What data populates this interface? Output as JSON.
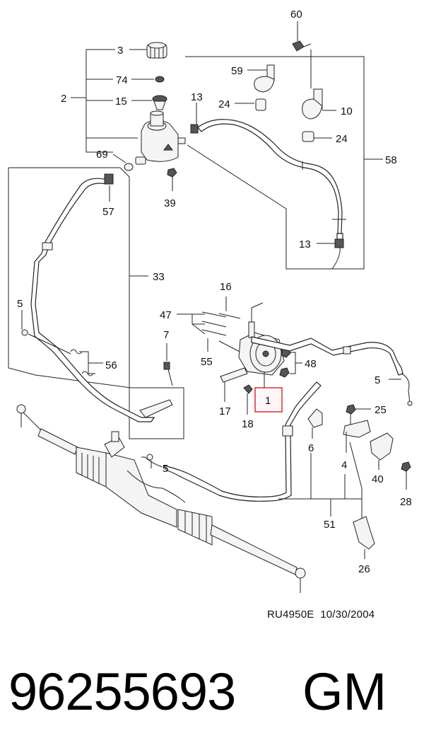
{
  "diagram": {
    "highlight_color": "#e03a3a",
    "line_color": "#222222",
    "callouts": {
      "c60": "60",
      "c3": "3",
      "c74": "74",
      "c2": "2",
      "c15": "15",
      "c59": "59",
      "c13a": "13",
      "c24a": "24",
      "c10": "10",
      "c24b": "24",
      "c58": "58",
      "c69": "69",
      "c39": "39",
      "c57": "57",
      "c13b": "13",
      "c33": "33",
      "c16": "16",
      "c47": "47",
      "c7": "7",
      "c5a": "5",
      "c56": "56",
      "c55": "55",
      "c48": "48",
      "c17": "17",
      "c1": "1",
      "c18": "18",
      "c5b": "5",
      "c25": "25",
      "c6": "6",
      "c4": "4",
      "c40": "40",
      "c28": "28",
      "c5c": "5",
      "c51": "51",
      "c26": "26"
    }
  },
  "footer": {
    "ref_code": "RU4950E",
    "date": "10/30/2004",
    "part_number": "96255693",
    "brand": "GM"
  }
}
